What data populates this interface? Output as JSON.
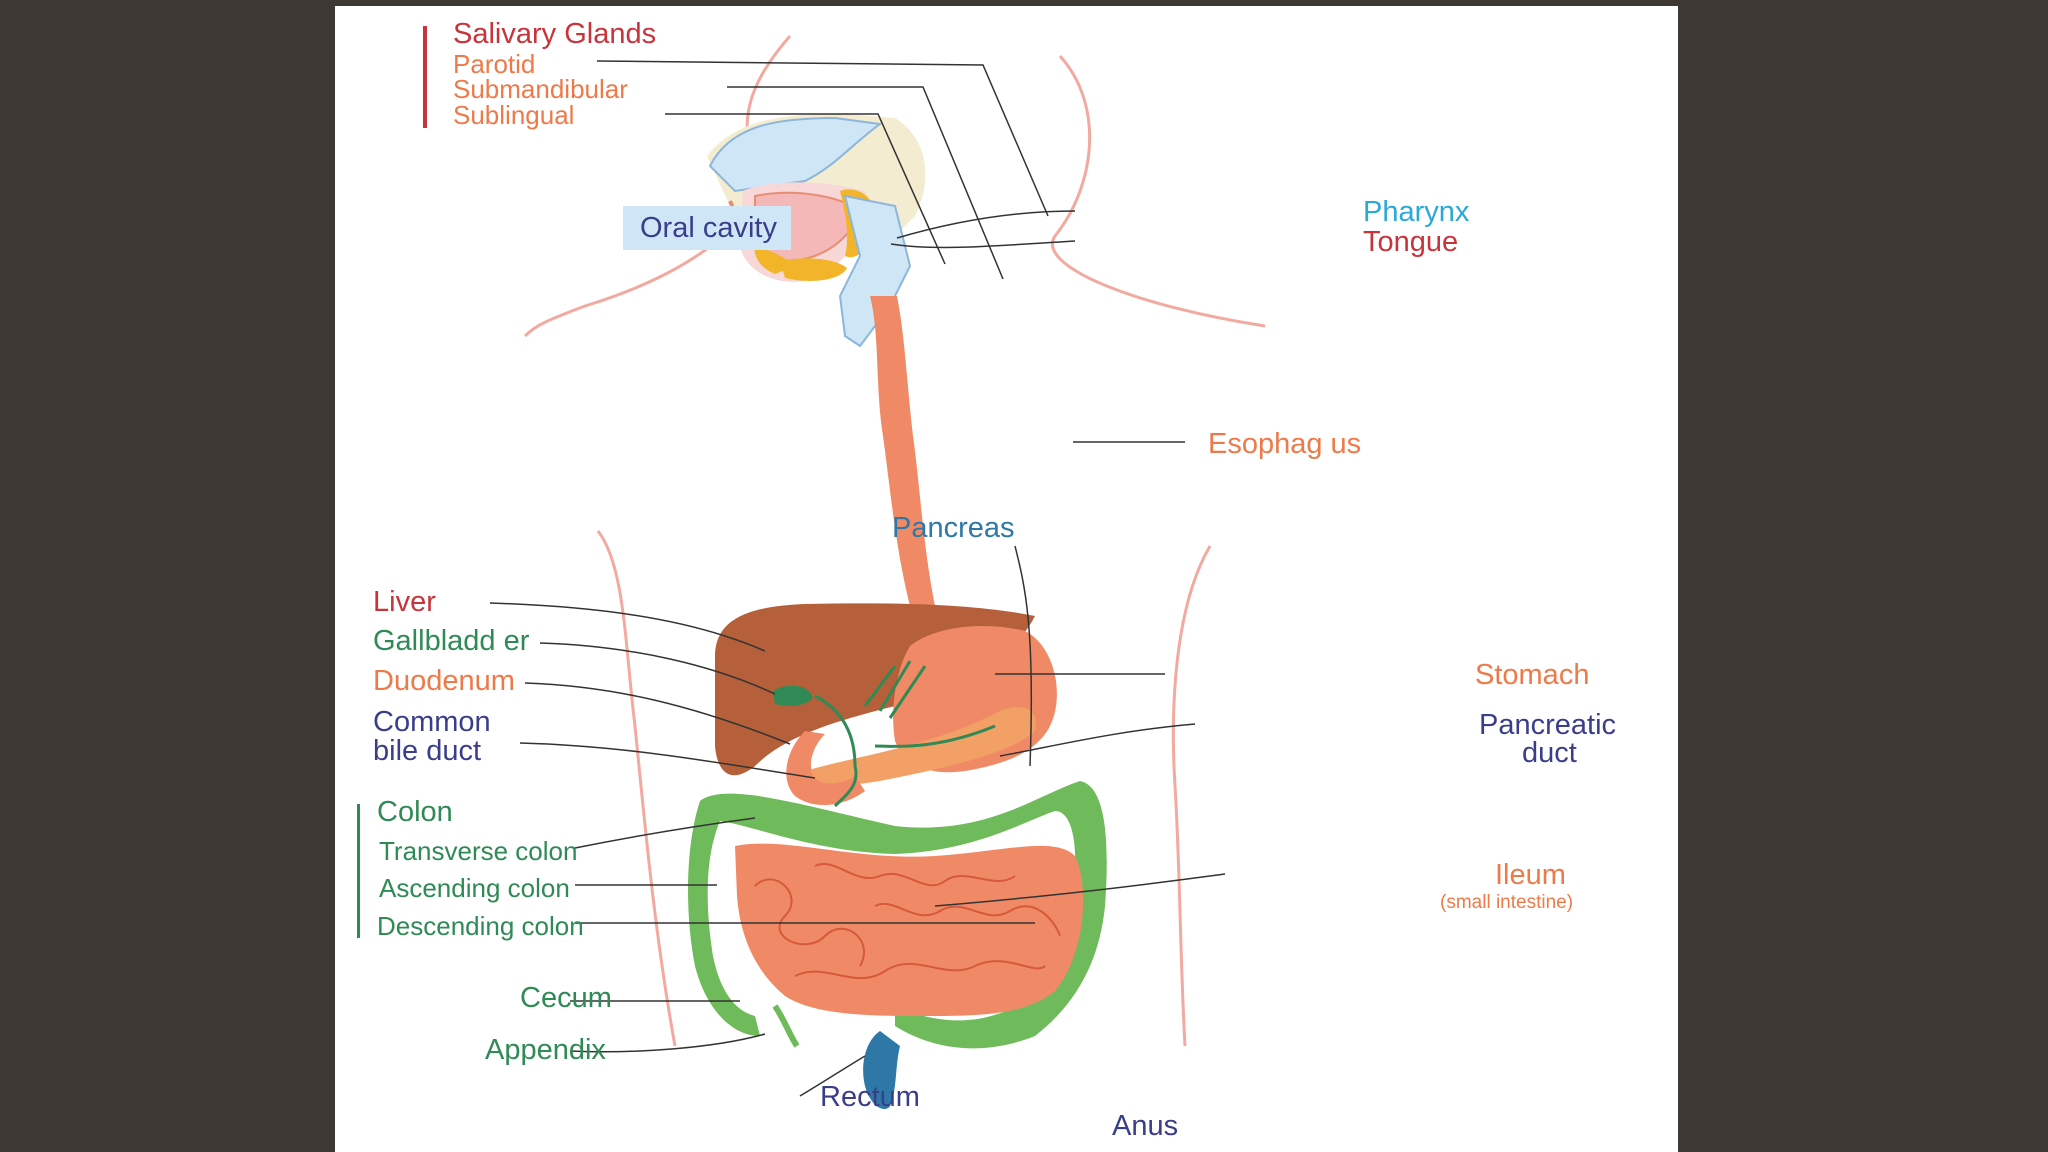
{
  "labels": {
    "salivary_glands": "Salivary Glands",
    "parotid": "Parotid",
    "submandibular": "Submandibular",
    "sublingual": "Sublingual",
    "oral_cavity": "Oral cavity",
    "pharynx": "Pharynx",
    "tongue": "Tongue",
    "esophagus": "Esophag us",
    "pancreas": "Pancreas",
    "liver": "Liver",
    "gallbladder": "Gallbladd er",
    "duodenum": "Duodenum",
    "common_bile_duct_1": "Common",
    "common_bile_duct_2": "bile duct",
    "stomach": "Stomach",
    "pancreatic_duct_1": "Pancreatic",
    "pancreatic_duct_2": "duct",
    "colon": "Colon",
    "transverse_colon": "Transverse colon",
    "ascending_colon": "Ascending colon",
    "descending_colon": "Descending colon",
    "ileum": "Ileum",
    "small_intestine": "(small intestine)",
    "cecum": "Cecum",
    "appendix": "Appendix",
    "rectum": "Rectum",
    "anus": "Anus"
  },
  "colors": {
    "background": "#3d3833",
    "panel": "#ffffff",
    "liver": "#b5603a",
    "stomach": "#f08a66",
    "intestine": "#f08a66",
    "colon": "#6fba5a",
    "salivary": "#f2b52a",
    "oral_cavity_box": "#cfe6f7",
    "body_outline": "#f2aaa0"
  }
}
